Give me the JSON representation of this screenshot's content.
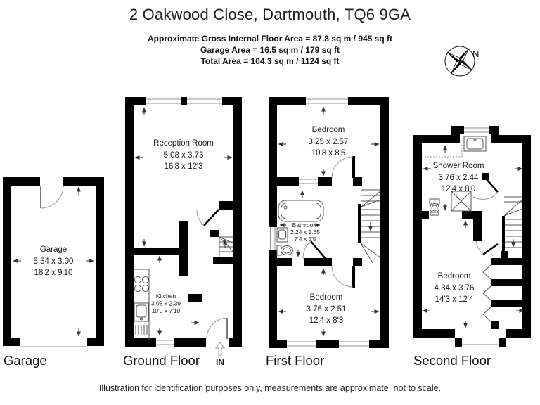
{
  "header": {
    "title": "2 Oakwood Close, Dartmouth, TQ6 9GA",
    "area_lines": [
      "Approximate Gross Internal Floor Area  = 87.8 sq m  / 945 sq ft",
      "Garage Area = 16.5 sq m  / 179 sq ft",
      "Total Area = 104.3 sq m  / 1124 sq ft"
    ]
  },
  "compass": {
    "north_label": "N"
  },
  "floors": {
    "garage": {
      "label": "Garage",
      "room": {
        "name": "Garage",
        "metric": "5.54 x 3.00",
        "imperial": "18'2 x 9'10"
      }
    },
    "ground": {
      "label": "Ground Floor",
      "entrance_label": "IN",
      "reception": {
        "name": "Reception Room",
        "metric": "5.08 x 3.73",
        "imperial": "16'8 x 12'3"
      },
      "kitchen": {
        "name": "Kitchen",
        "metric": "3.05 x 2.39",
        "imperial": "10'0 x 7'10"
      }
    },
    "first": {
      "label": "First Floor",
      "bedroom1": {
        "name": "Bedroom",
        "metric": "3.25 x 2.57",
        "imperial": "10'8 x 8'5"
      },
      "bathroom": {
        "name": "Bathroom",
        "metric": "2.24 x 1.65",
        "imperial": "7'4 x 5'5"
      },
      "bedroom2": {
        "name": "Bedroom",
        "metric": "3.76 x 2.51",
        "imperial": "12'4 x 8'3"
      }
    },
    "second": {
      "label": "Second Floor",
      "shower_room": {
        "name": "Shower Room",
        "metric": "3.76 x 2.44",
        "imperial": "12'4 x 8'0"
      },
      "bedroom": {
        "name": "Bedroom",
        "metric": "4.34 x 3.76",
        "imperial": "14'3 x 12'4"
      }
    }
  },
  "footer": {
    "disclaimer": "Illustration for identification purposes only, measurements are approximate, not to scale."
  },
  "colors": {
    "wall": "#000000",
    "accent_line": "#909090",
    "text": "#1a1a1a"
  }
}
